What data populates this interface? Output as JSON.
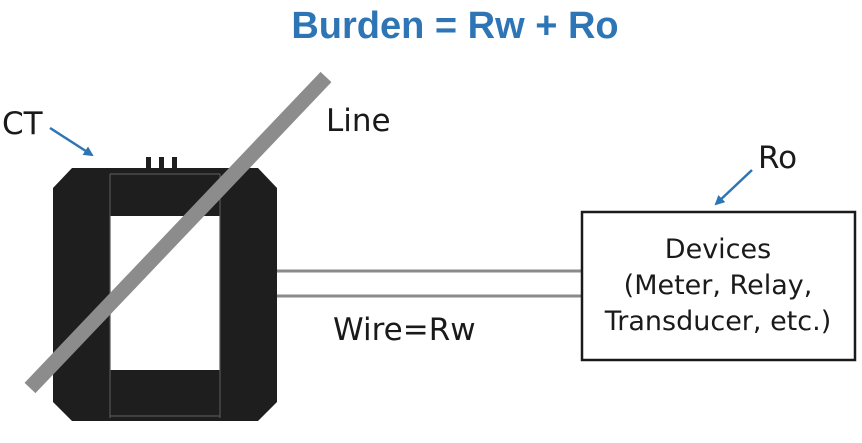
{
  "title": "Burden = Rw + Ro",
  "labels": {
    "ct": "CT",
    "line": "Line",
    "ro": "Ro",
    "wire": "Wire=Rw"
  },
  "devices": {
    "line1": "Devices",
    "line2": "(Meter, Relay,",
    "line3": "Transducer, etc.)"
  },
  "colors": {
    "title": "#2e75b6",
    "arrows": "#2e75b6",
    "ct_body": "#1e1e1e",
    "line_conductor": "#8c8c8c"
  }
}
